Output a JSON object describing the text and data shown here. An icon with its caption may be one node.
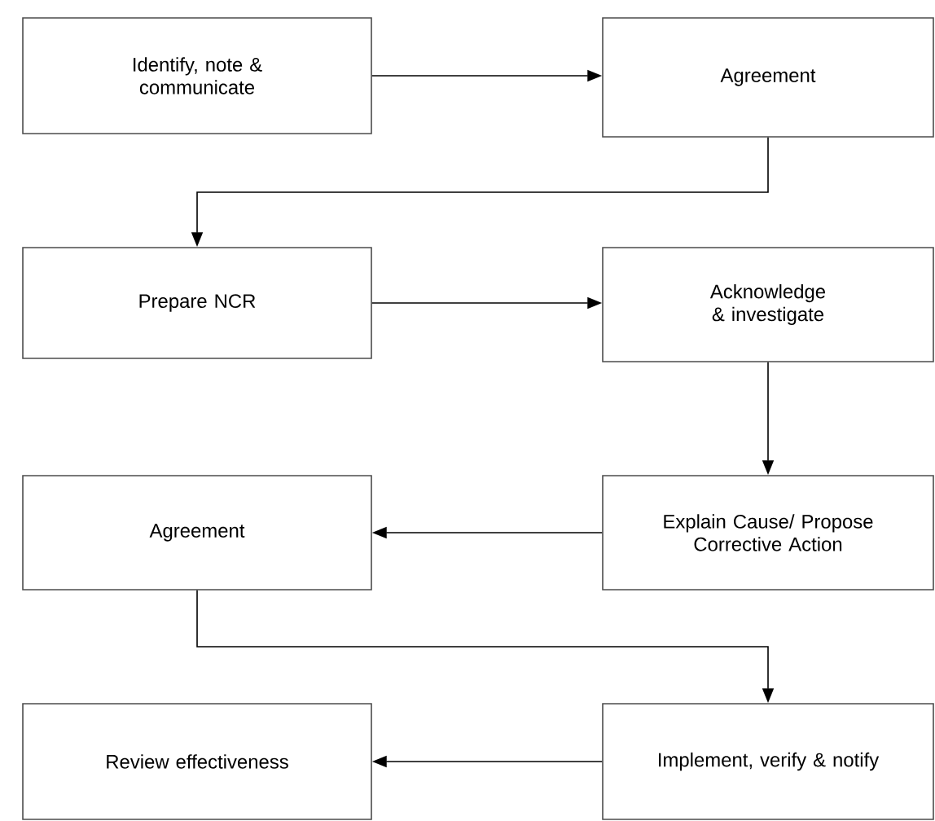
{
  "diagram": {
    "nodes": [
      {
        "text": [
          "Identify, note & communicate"
        ]
      },
      {
        "text": [
          "Agreement"
        ]
      },
      {
        "text": [
          "Prepare NCR"
        ]
      },
      {
        "text": [
          "Acknowledge & investigate"
        ]
      },
      {
        "text": [
          "Explain Cause/ Propose Corrective Action"
        ]
      },
      {
        "text": [
          "Agreement"
        ]
      },
      {
        "text": [
          "Implement, verify & notify"
        ]
      },
      {
        "text": [
          "Review effectiveness"
        ]
      }
    ],
    "edges": [
      {
        "from": 0,
        "to": 1,
        "arrow": "to"
      },
      {
        "from": 1,
        "to": 2,
        "arrow": "to"
      },
      {
        "from": 2,
        "to": 3,
        "arrow": "to"
      },
      {
        "from": 3,
        "to": 4,
        "arrow": "to"
      },
      {
        "from": 4,
        "to": 5,
        "arrow": "to"
      },
      {
        "from": 5,
        "to": 6,
        "arrow": "to"
      },
      {
        "from": 6,
        "to": 7,
        "arrow": "to"
      }
    ]
  }
}
